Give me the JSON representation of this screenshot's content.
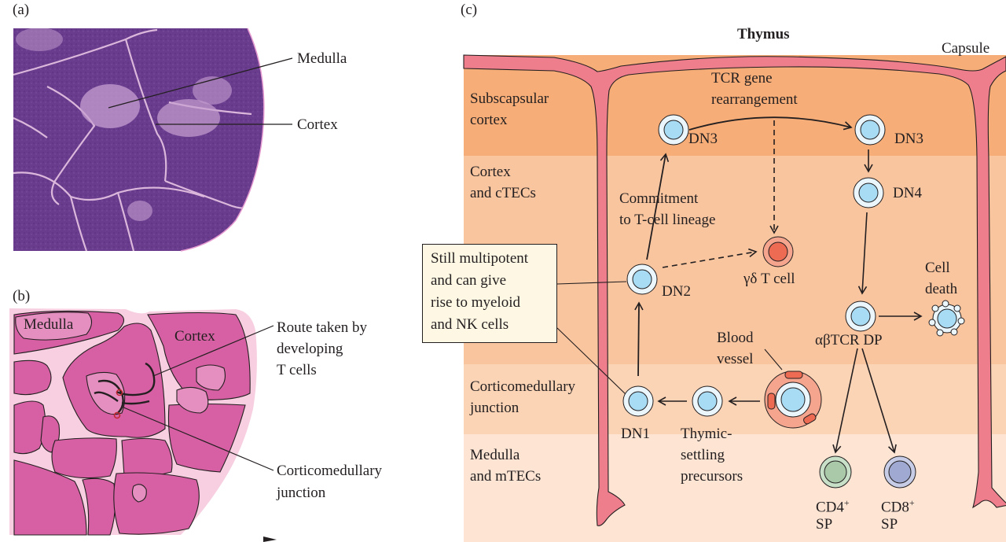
{
  "panels": {
    "a": {
      "tag": "(a)",
      "labels": {
        "medulla": "Medulla",
        "cortex": "Cortex"
      }
    },
    "b": {
      "tag": "(b)",
      "labels": {
        "medulla": "Medulla",
        "cortex": "Cortex",
        "route": [
          "Route taken by",
          "developing",
          "T cells"
        ],
        "junction": [
          "Corticomedullary",
          "junction"
        ]
      }
    },
    "c": {
      "tag": "(c)",
      "title": "Thymus",
      "capsule": "Capsule",
      "zones": {
        "subscapsular": [
          "Subscapsular",
          "cortex"
        ],
        "cortex": [
          "Cortex",
          "and cTECs"
        ],
        "cmj": [
          "Corticomedullary",
          "junction"
        ],
        "medulla": [
          "Medulla",
          "and mTECs"
        ]
      },
      "process_labels": {
        "tcr": [
          "TCR gene",
          "rearrangement"
        ],
        "commitment": [
          "Commitment",
          "to T-cell lineage"
        ],
        "blood_vessel": [
          "Blood",
          "vessel"
        ],
        "cell_death": [
          "Cell",
          "death"
        ]
      },
      "cells": {
        "dn3_left": "DN3",
        "dn3_right": "DN3",
        "dn4": "DN4",
        "dn2": "DN2",
        "dn1": "DN1",
        "gd": "γδ T cell",
        "dp": "αβTCR DP",
        "tsp": [
          "Thymic-",
          "settling",
          "precursors"
        ],
        "cd4": {
          "main": "CD4",
          "sup": "+",
          "sub": "SP"
        },
        "cd8": {
          "main": "CD8",
          "sup": "+",
          "sub": "SP"
        }
      },
      "note": [
        "Still multipotent",
        "and can give",
        "rise to myeloid",
        "and NK cells"
      ]
    }
  },
  "colors": {
    "subscapsular": "#f6ad78",
    "cortex": "#f9c59f",
    "cmj": "#fbd3b5",
    "medulla": "#fde4d3",
    "capsule": "#ef7e8c",
    "cell_fill": "#a8dcf4",
    "cell_ring": "#eaf6fb",
    "gd_fill": "#ec6b52",
    "gd_ring": "#f5a58e",
    "cd4_fill": "#a9c9a9",
    "cd8_fill": "#9fa9d1",
    "lobule": "#d660a3",
    "lobule_light": "#e48fbf",
    "histo": "#6d3e90"
  }
}
